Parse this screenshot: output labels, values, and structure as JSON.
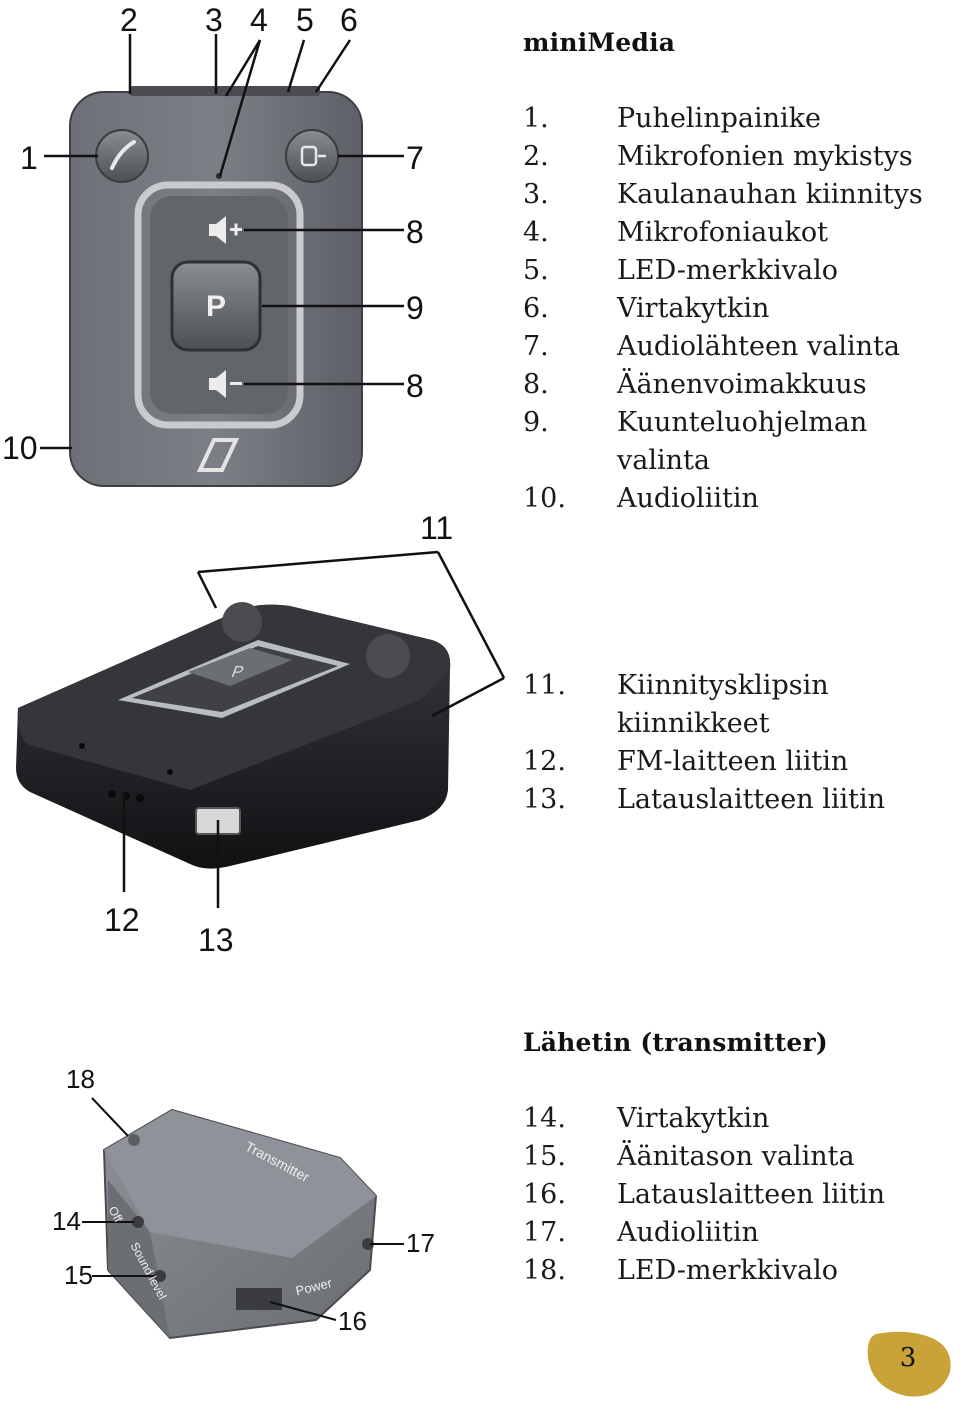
{
  "sections": {
    "minimedia": {
      "title": "miniMedia",
      "items": [
        {
          "num": "1.",
          "text": "Puhelinpainike"
        },
        {
          "num": "2.",
          "text": "Mikrofonien mykistys"
        },
        {
          "num": "3.",
          "text": "Kaulanauhan kiinnitys"
        },
        {
          "num": "4.",
          "text": "Mikrofoniaukot"
        },
        {
          "num": "5.",
          "text": "LED-merkkivalo"
        },
        {
          "num": "6.",
          "text": "Virtakytkin"
        },
        {
          "num": "7.",
          "text": "Audiolähteen valinta"
        },
        {
          "num": "8.",
          "text": "Äänenvoimakkuus"
        },
        {
          "num": "9.",
          "text": "Kuunteluohjelman valinta"
        },
        {
          "num": "10.",
          "text": "Audioliitin"
        }
      ],
      "items2": [
        {
          "num": "11.",
          "text": "Kiinnitysklipsin kiinnikkeet"
        },
        {
          "num": "12.",
          "text": "FM-laitteen liitin"
        },
        {
          "num": "13.",
          "text": "Latauslaitteen liitin"
        }
      ]
    },
    "transmitter": {
      "title": "Lähetin (transmitter)",
      "items": [
        {
          "num": "14.",
          "text": "Virtakytkin"
        },
        {
          "num": "15.",
          "text": "Äänitason valinta"
        },
        {
          "num": "16.",
          "text": "Latauslaitteen liitin"
        },
        {
          "num": "17.",
          "text": "Audioliitin"
        },
        {
          "num": "18.",
          "text": "LED-merkkivalo"
        }
      ]
    }
  },
  "figure1": {
    "callouts": [
      "2",
      "3",
      "4",
      "5",
      "6",
      "1",
      "7",
      "8",
      "9",
      "8",
      "10"
    ],
    "button_labels": {
      "p": "P"
    }
  },
  "figure2": {
    "callouts": [
      "11",
      "12",
      "13"
    ],
    "button_labels": {
      "p": "P"
    }
  },
  "figure3": {
    "callouts": [
      "18",
      "14",
      "15",
      "16",
      "17"
    ],
    "device_labels": {
      "brand": "Transmitter",
      "off": "Off",
      "sound_level": "Sound level",
      "power": "Power"
    }
  },
  "page_number": "3",
  "colors": {
    "badge": "#c9a23a",
    "device_dark": "#1c1d1f",
    "device_gray": "#5a5d62",
    "transmitter": "#7a7d82"
  }
}
